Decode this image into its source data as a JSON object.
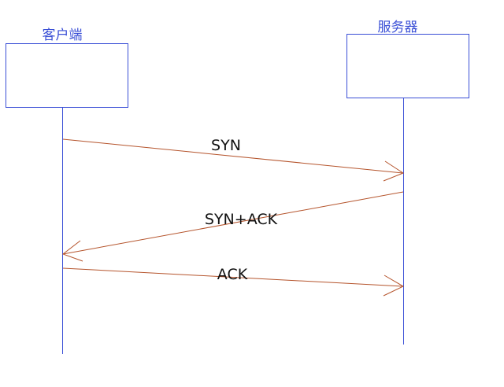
{
  "actors": {
    "client": {
      "label": "客户端"
    },
    "server": {
      "label": "服务器"
    }
  },
  "messages": [
    {
      "label": "SYN",
      "from": "client",
      "to": "server"
    },
    {
      "label": "SYN+ACK",
      "from": "server",
      "to": "client"
    },
    {
      "label": "ACK",
      "from": "client",
      "to": "server"
    }
  ],
  "colors": {
    "actor": "#3a4fd6",
    "arrow": "#b5542c",
    "text": "#111111"
  }
}
